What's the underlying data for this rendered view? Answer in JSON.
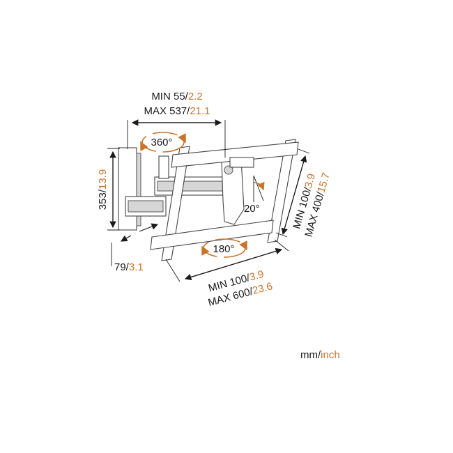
{
  "dimensions": {
    "top_min": {
      "prefix": "MIN 55/",
      "imperial": "2.2"
    },
    "top_max": {
      "prefix": "MAX 537/",
      "imperial": "21.1"
    },
    "height": {
      "prefix": "353/",
      "imperial": "13.9"
    },
    "depth": {
      "prefix": "79/",
      "imperial": "3.1"
    },
    "right_min": {
      "prefix": "MIN 100/",
      "imperial": "3.9"
    },
    "right_max": {
      "prefix": "MAX 400/",
      "imperial": "15.7"
    },
    "bottom_min": {
      "prefix": "MIN 100/",
      "imperial": "3.9"
    },
    "bottom_max": {
      "prefix": "MAX 600/",
      "imperial": "23.6"
    }
  },
  "angles": {
    "swivel": "360°",
    "rotate": "180°",
    "tilt": "20°"
  },
  "units": {
    "metric": "mm",
    "separator": "/",
    "imperial": "inch"
  },
  "colors": {
    "accent": "#c8742a",
    "text": "#1a1a1a"
  }
}
